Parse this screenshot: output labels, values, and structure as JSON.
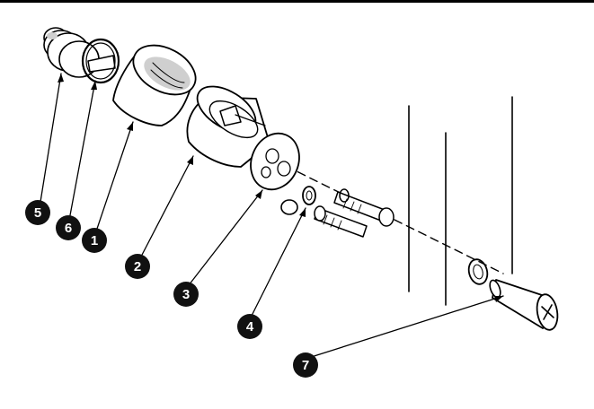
{
  "diagram": {
    "callouts": [
      {
        "id": "callout-5",
        "label": "5"
      },
      {
        "id": "callout-6",
        "label": "6"
      },
      {
        "id": "callout-1",
        "label": "1"
      },
      {
        "id": "callout-2",
        "label": "2"
      },
      {
        "id": "callout-3",
        "label": "3"
      },
      {
        "id": "callout-4",
        "label": "4"
      },
      {
        "id": "callout-7",
        "label": "7"
      }
    ]
  },
  "colors": {
    "line": "#000000",
    "callout_fill": "#111111",
    "callout_text": "#ffffff",
    "shading": "#cfcfcf"
  }
}
